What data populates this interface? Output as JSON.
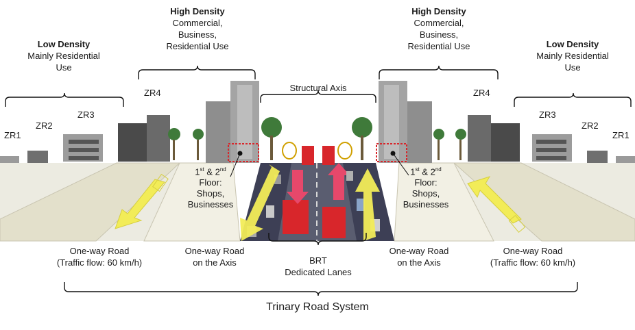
{
  "zones": {
    "left_low": {
      "title": "Low Density",
      "lines": [
        "Mainly Residential",
        "Use"
      ]
    },
    "left_high": {
      "title": "High Density",
      "lines": [
        "Commercial,",
        "Business,",
        "Residential Use"
      ]
    },
    "right_high": {
      "title": "High Density",
      "lines": [
        "Commercial,",
        "Business,",
        "Residential Use"
      ]
    },
    "right_low": {
      "title": "Low Density",
      "lines": [
        "Mainly Residential",
        "Use"
      ]
    }
  },
  "zone_codes": {
    "left": [
      "ZR1",
      "ZR2",
      "ZR3",
      "ZR4"
    ],
    "right": [
      "ZR1",
      "ZR2",
      "ZR3",
      "ZR4"
    ]
  },
  "structural_axis": "Structural Axis",
  "floor_note": {
    "line1_num": "1",
    "line1_sup1": "st",
    "line1_mid": " & 2",
    "line1_sup2": "nd",
    "lines": [
      "Floor:",
      "Shops,",
      "Businesses"
    ]
  },
  "roads": {
    "outer_left": [
      "One-way Road",
      "(Traffic flow: 60 km/h)"
    ],
    "axis_left": [
      "One-way Road",
      "on the Axis"
    ],
    "brt": [
      "BRT",
      "Dedicated Lanes"
    ],
    "axis_right": [
      "One-way Road",
      "on the Axis"
    ],
    "outer_right": [
      "One-way Road",
      "(Traffic flow: 60 km/h)"
    ]
  },
  "system_title": "Trinary Road System",
  "colors": {
    "road": "#e9e6d4",
    "road_edge": "#bdb9a6",
    "arrow": "#f2ec58",
    "brt_bus": "#d8262b",
    "brt_arrow": "#e6486b",
    "building_dark": "#4a4a4a",
    "building_light": "#9a9a9a",
    "tree": "#3f7a3a",
    "marker": "#d8262b"
  }
}
